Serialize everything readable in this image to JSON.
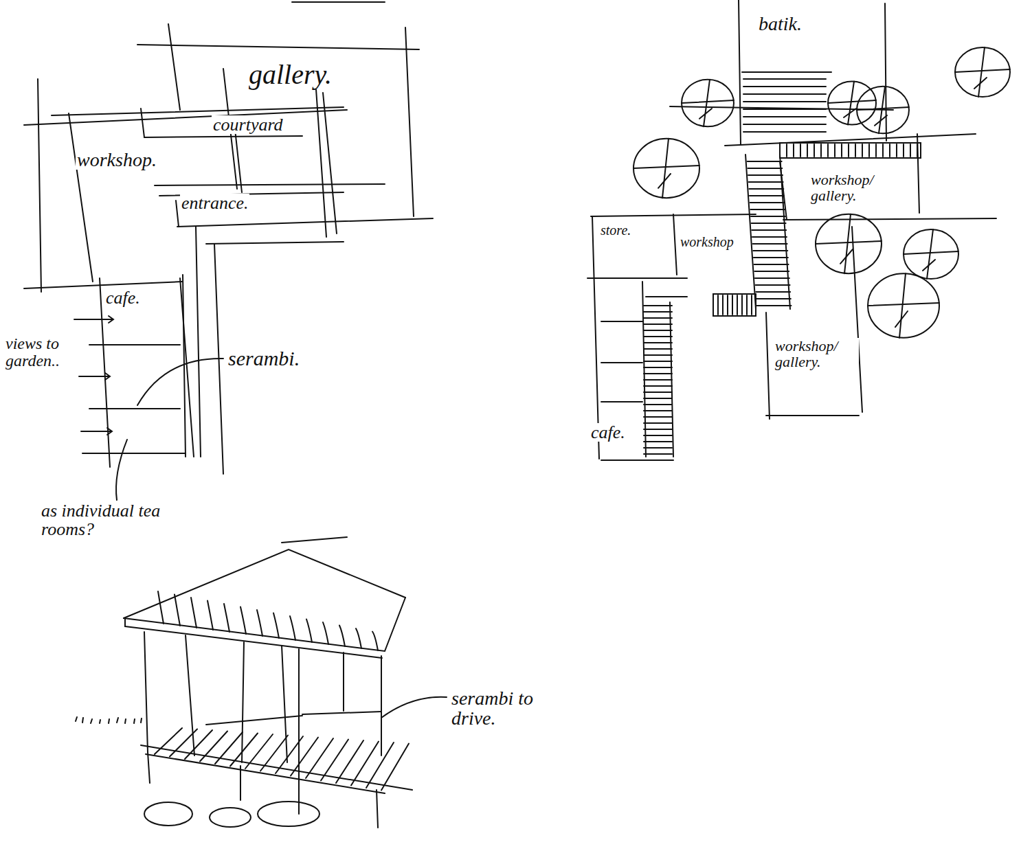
{
  "diagram": {
    "labels": [
      "gallery.",
      "courtyard",
      "workshop.",
      "entrance.",
      "cafe.",
      "views to garden..",
      "serambi.",
      "as individual tea rooms?",
      "serambi to drive.",
      "batik.",
      "workshop/ gallery.",
      "store.",
      "workshop",
      "workshop/ gallery.",
      "cafe."
    ]
  }
}
